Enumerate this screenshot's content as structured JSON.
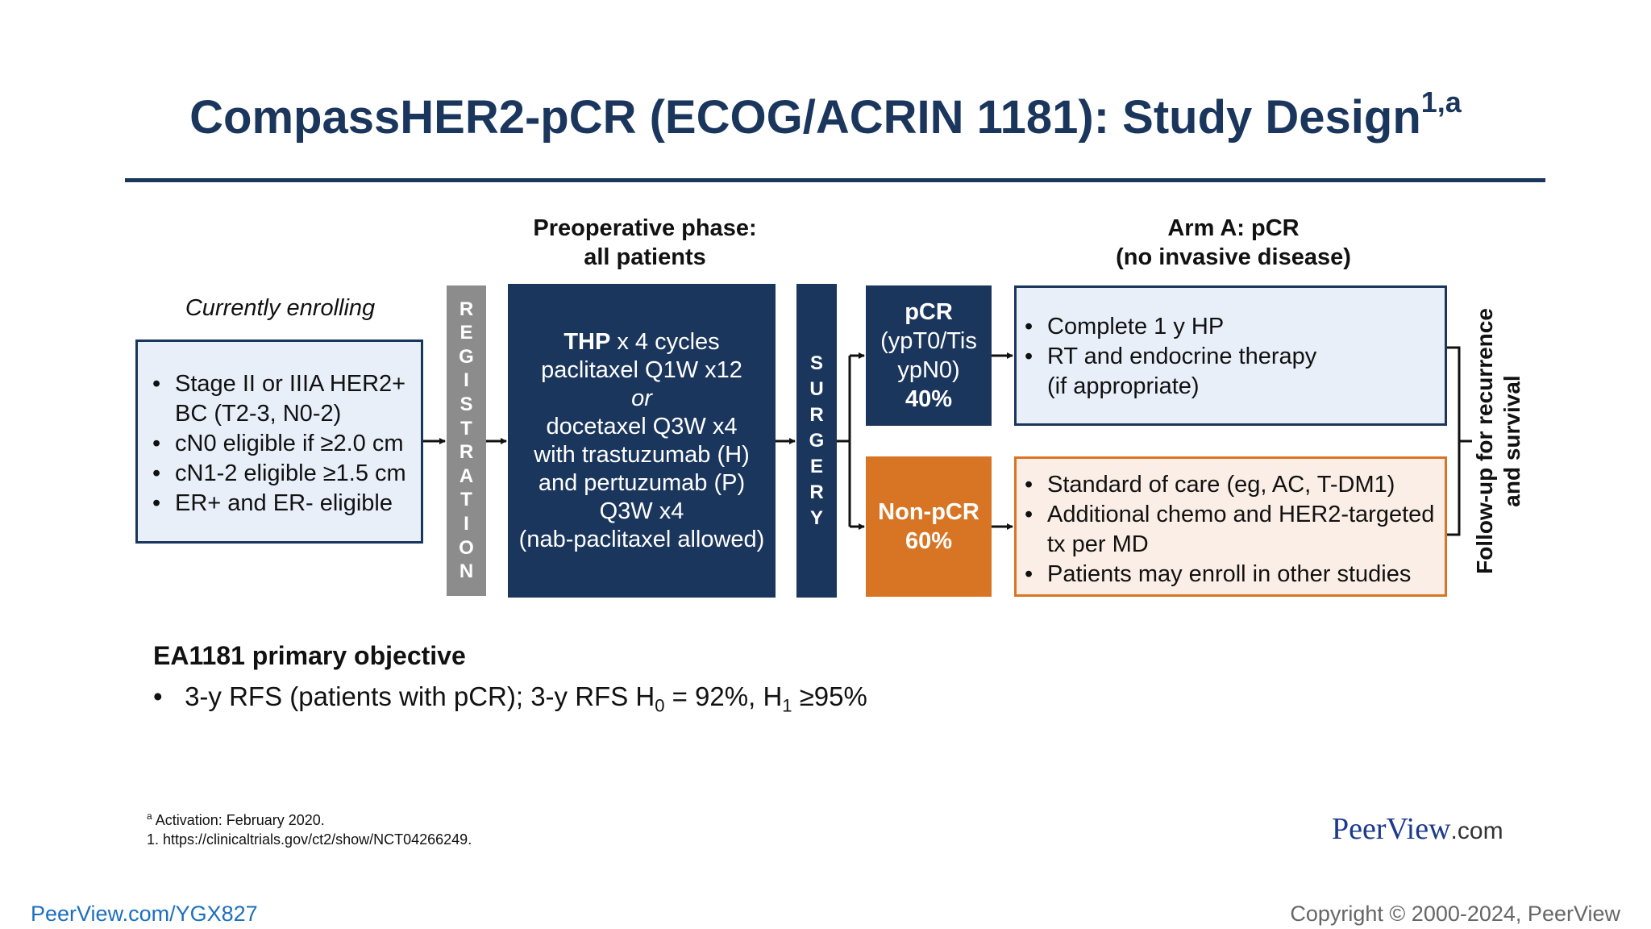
{
  "title": {
    "main": "CompassHER2-pCR (ECOG/ACRIN 1181): Study Design",
    "sup": "1,a"
  },
  "headers": {
    "preop": [
      "Preoperative phase:",
      "all patients"
    ],
    "armA": [
      "Arm A: pCR",
      "(no invasive disease)"
    ]
  },
  "enrolling": {
    "label": "Currently enrolling",
    "bullets": [
      "Stage II or IIIA HER2+ BC (T2-3, N0-2)",
      "cN0 eligible if ≥2.0 cm",
      "cN1-2 eligible ≥1.5 cm",
      "ER+ and ER- eligible"
    ]
  },
  "registration": [
    "R",
    "E",
    "G",
    "I",
    "S",
    "T",
    "R",
    "A",
    "T",
    "I",
    "O",
    "N"
  ],
  "treatment": {
    "thp_bold": "THP",
    "thp_rest": " x 4 cycles",
    "lines": [
      "paclitaxel Q1W x12"
    ],
    "or": "or",
    "lines2": [
      "docetaxel Q3W x4",
      "with trastuzumab (H)",
      "and pertuzumab (P)",
      "Q3W x4",
      "(nab-paclitaxel allowed)"
    ]
  },
  "surgery": [
    "S",
    "U",
    "R",
    "G",
    "E",
    "R",
    "Y"
  ],
  "pcr": {
    "l1": "pCR",
    "l2": "(ypT0/Tis",
    "l3": "ypN0)",
    "pct": "40%"
  },
  "nonpcr": {
    "l1": "Non-pCR",
    "pct": "60%"
  },
  "armA_bullets": [
    "Complete 1 y HP",
    "RT and endocrine therapy (if appropriate)"
  ],
  "armB_bullets": [
    "Standard of care (eg, AC, T-DM1)",
    "Additional chemo and HER2-targeted tx per MD",
    "Patients may enroll in other studies"
  ],
  "followup": [
    "Follow-up for recurrence",
    "and survival"
  ],
  "objective": {
    "title": "EA1181 primary objective",
    "bullet": "•",
    "t1": "3-y RFS (patients with pCR); 3-y RFS H",
    "s1": "0",
    "t2": " = 92%, H",
    "s2": "1",
    "t3": " ≥95%"
  },
  "footnotes": {
    "a_sup": "a",
    "a_text": " Activation: February 2020.",
    "ref": "1. https://clinicaltrials.gov/ct2/show/NCT04266249."
  },
  "logo": {
    "name": "PeerView",
    "suffix": ".com"
  },
  "bottom": {
    "link": "PeerView.com/YGX827",
    "copyright": "Copyright © 2000-2024, PeerView"
  },
  "colors": {
    "navy": "#1b365d",
    "orange": "#d87525",
    "gray": "#8c8c8c",
    "link": "#1c6fc0"
  }
}
